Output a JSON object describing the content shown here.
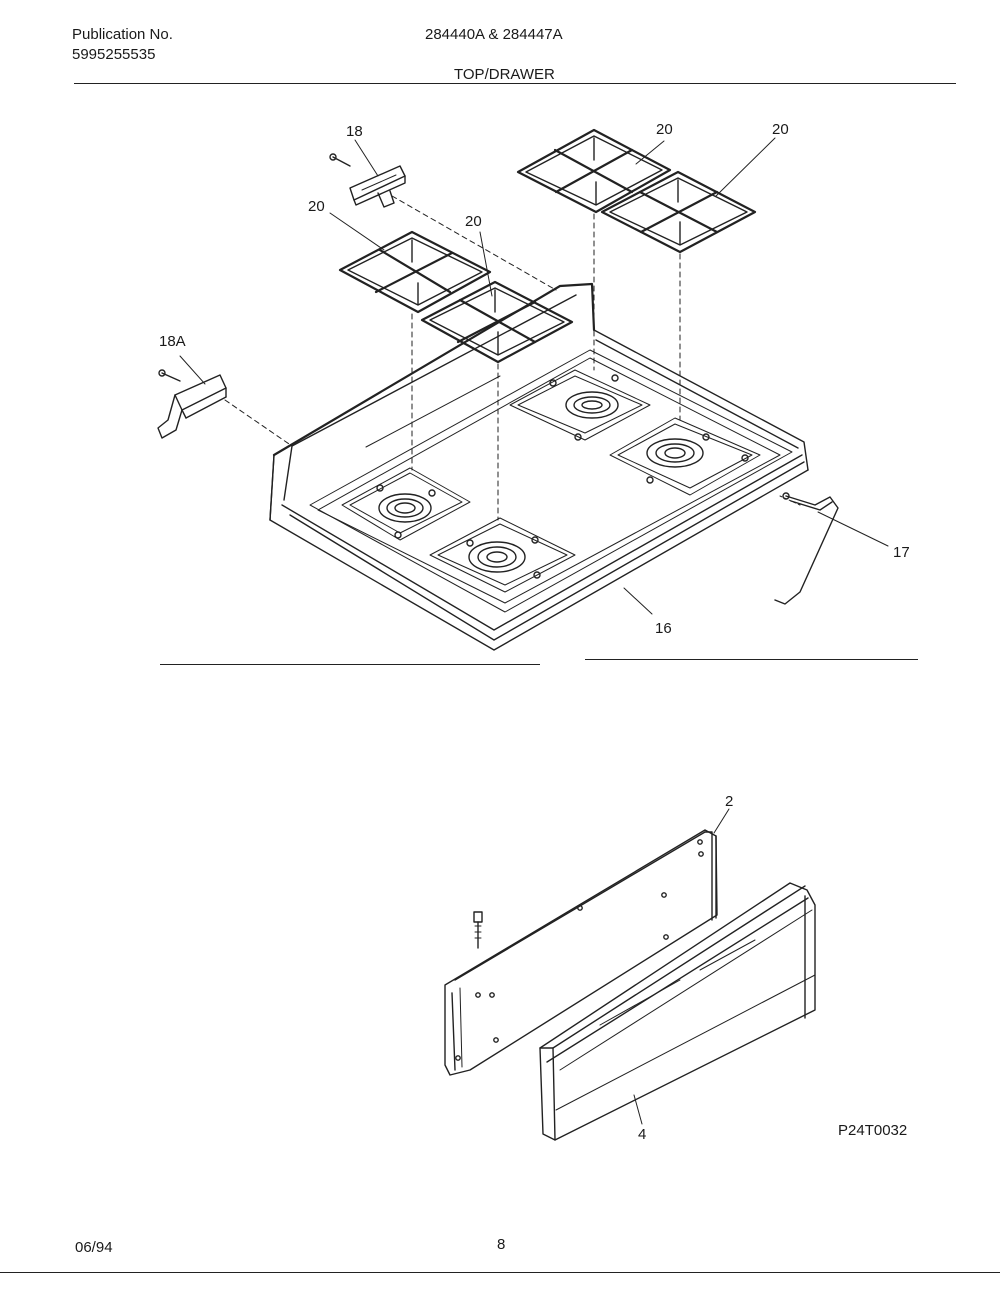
{
  "header": {
    "publication_label": "Publication No.",
    "publication_number": "5995255535",
    "models": "284440A & 284447A",
    "section_title": "TOP/DRAWER"
  },
  "callouts": {
    "c16": "16",
    "c17": "17",
    "c18": "18",
    "c18a": "18A",
    "c20_a": "20",
    "c20_b": "20",
    "c20_c": "20",
    "c20_d": "20",
    "c2": "2",
    "c4": "4"
  },
  "figure_code": "P24T0032",
  "footer": {
    "date": "06/94",
    "page_number": "8"
  }
}
